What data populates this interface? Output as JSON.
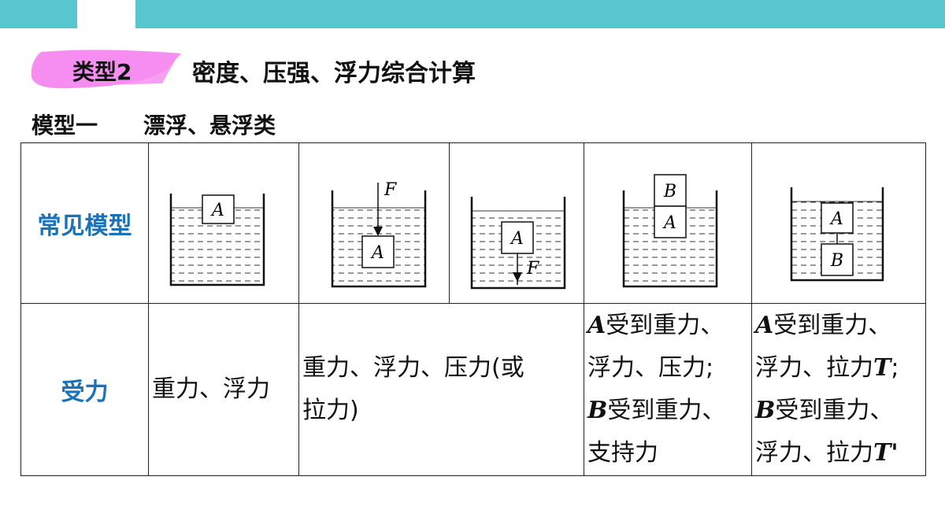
{
  "header": {
    "type_label": "类型2",
    "section_title": "密度、压强、浮力综合计算"
  },
  "model": {
    "title": "模型一",
    "subtitle": "漂浮、悬浮类"
  },
  "table": {
    "row1_header": "常见模型",
    "row2_header": "受力",
    "diagram_labels": {
      "a": "A",
      "b": "B",
      "f": "F"
    },
    "forces": {
      "col1": "重力、浮力",
      "col2_line1": "重力、浮力、压力(或",
      "col2_line2": "拉力)",
      "col3_line1_var": "A",
      "col3_line1_text": "受到重力、",
      "col3_line2": "浮力、压力;",
      "col3_line3_var": "B",
      "col3_line3_text": "受到重力、",
      "col3_line4": "支持力",
      "col4_line1_var": "A",
      "col4_line1_text": "受到重力、",
      "col4_line2_text": "浮力、拉力",
      "col4_line2_var": "T",
      "col4_line2_end": ";",
      "col4_line3_var": "B",
      "col4_line3_text": "受到重力、",
      "col4_line4_text": "浮力、拉力",
      "col4_line4_var": "T'"
    }
  },
  "colors": {
    "accent_bar": "#58c6cf",
    "row_header": "#1a72b8",
    "badge_highlight": "#f58ef0"
  }
}
